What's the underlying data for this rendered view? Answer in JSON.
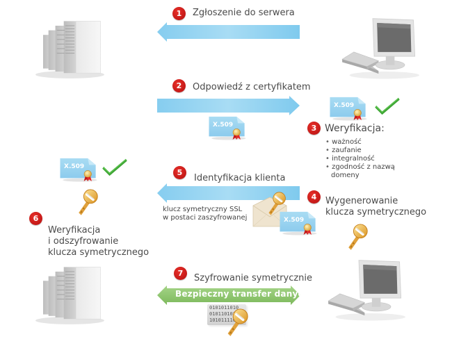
{
  "steps": [
    {
      "number": "1",
      "title": "Zgłoszenie do serwera"
    },
    {
      "number": "2",
      "title": "Odpowiedź z certyfikatem"
    },
    {
      "number": "3",
      "title": "Weryfikacja:",
      "checks": [
        "ważność",
        "zaufanie",
        "integralność",
        "zgodność z nazwą",
        "domeny"
      ]
    },
    {
      "number": "4",
      "title_lines": [
        "Wygenerowanie",
        "klucza symetrycznego"
      ]
    },
    {
      "number": "5",
      "title": "Identyfikacja klienta",
      "note_lines": [
        "klucz symetryczny SSL",
        "w postaci zaszyfrowanej"
      ]
    },
    {
      "number": "6",
      "title_lines": [
        "Weryfikacja",
        "i odszyfrowanie",
        "klucza symetrycznego"
      ]
    },
    {
      "number": "7",
      "title": "Szyfrowanie symetrycznie",
      "transfer_label": "Bezpieczny transfer danych"
    }
  ],
  "certificate_label": "X.509",
  "binary_lines": [
    "0101011010",
    "0101101010",
    "1010111101"
  ],
  "icons": {
    "server": "server-rack-icon",
    "computer": "desktop-computer-icon",
    "certificate": "certificate-icon",
    "check": "checkmark-icon",
    "key": "key-icon",
    "envelope": "envelope-icon",
    "binary": "binary-data-icon"
  },
  "colors": {
    "arrow_blue": "#8fd0ef",
    "arrow_green": "#8dc26f",
    "badge_red": "#d41f1f",
    "check_green": "#3fa535",
    "key_gold": "#e8a93a"
  }
}
